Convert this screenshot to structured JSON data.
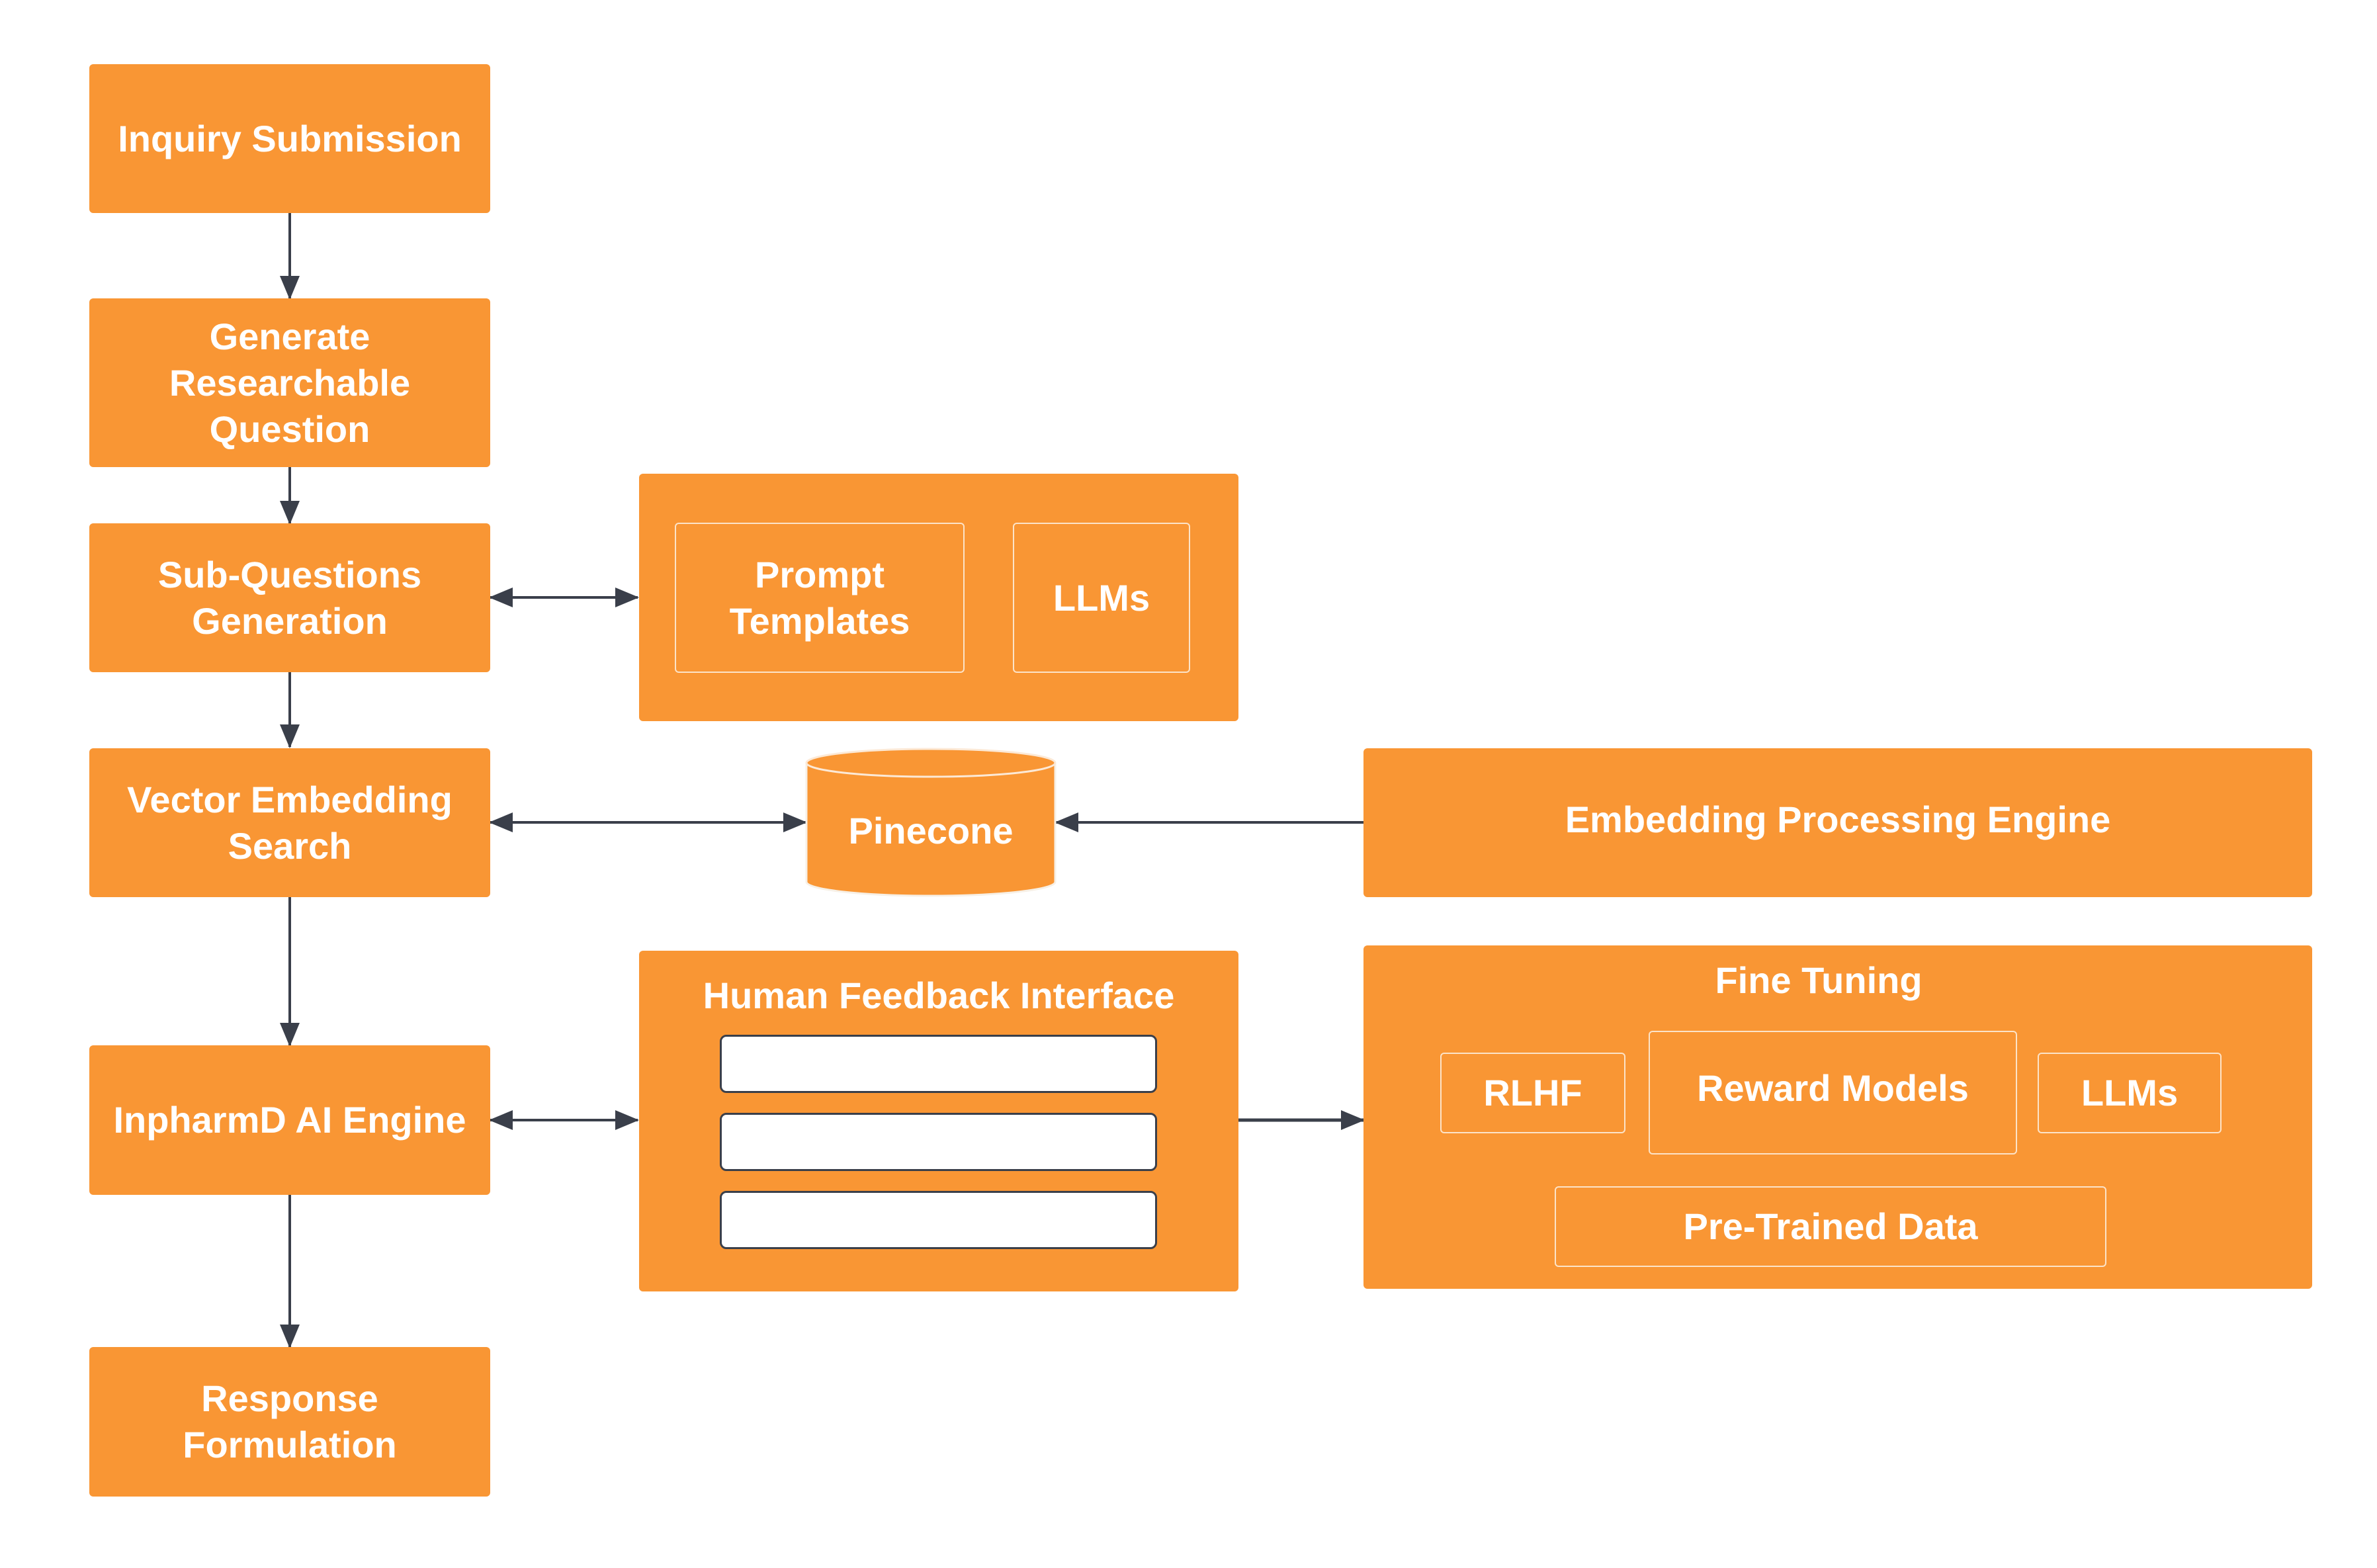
{
  "flow": {
    "inquiry": "Inquiry Submission",
    "generate": "Generate\nResearchable\nQuestion",
    "subq": "Sub-Questions\nGeneration",
    "vector": "Vector Embedding\nSearch",
    "engine": "InpharmD AI Engine",
    "response": "Response\nFormulation"
  },
  "prompt_group": {
    "templates": "Prompt\nTemplates",
    "llms": "LLMs"
  },
  "pinecone": "Pinecone",
  "embedding_engine": "Embedding Processing Engine",
  "feedback": {
    "title": "Human Feedback Interface"
  },
  "fine_tuning": {
    "title": "Fine Tuning",
    "rlhf": "RLHF",
    "reward": "Reward Models",
    "llms": "LLMs",
    "pretrained": "Pre-Trained Data"
  },
  "colors": {
    "box": "#F99634",
    "arrow": "#3A3F4A",
    "text": "#FFFFFF"
  }
}
